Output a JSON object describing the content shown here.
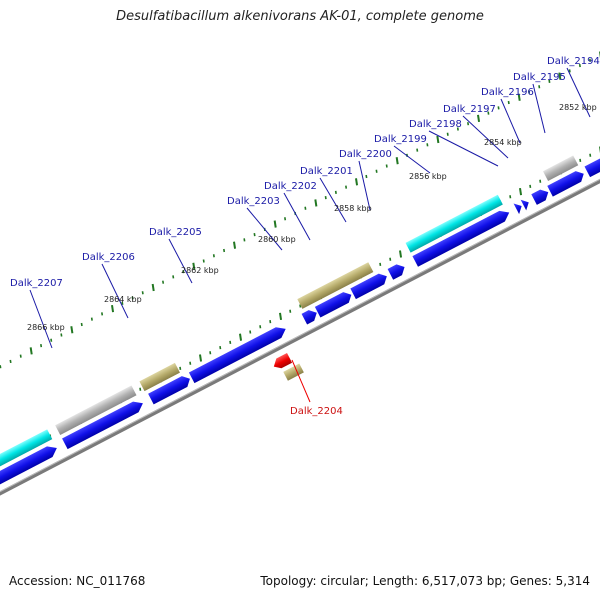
{
  "title": "Desulfatibacillum alkenivorans AK-01, complete genome",
  "accession": "Accession: NC_011768",
  "summary": "Topology: circular; Length: 6,517,073 bp; Genes: 5,314",
  "colors": {
    "cds": "#1010e8",
    "trna": "#00e5e5",
    "rna": "#b5aa6a",
    "misc": "#aaaaaa",
    "highlight": "#ee0000",
    "backbone": "#777777",
    "ticks": "#227722"
  },
  "gene_labels": [
    {
      "name": "Dalk_2194",
      "highlight": false
    },
    {
      "name": "Dalk_2195",
      "highlight": false
    },
    {
      "name": "Dalk_2196",
      "highlight": false
    },
    {
      "name": "Dalk_2197",
      "highlight": false
    },
    {
      "name": "Dalk_2198",
      "highlight": false
    },
    {
      "name": "Dalk_2199",
      "highlight": false
    },
    {
      "name": "Dalk_2200",
      "highlight": false
    },
    {
      "name": "Dalk_2201",
      "highlight": false
    },
    {
      "name": "Dalk_2202",
      "highlight": false
    },
    {
      "name": "Dalk_2203",
      "highlight": false
    },
    {
      "name": "Dalk_2205",
      "highlight": false
    },
    {
      "name": "Dalk_2206",
      "highlight": false
    },
    {
      "name": "Dalk_2207",
      "highlight": false
    },
    {
      "name": "Dalk_2204",
      "highlight": true
    }
  ],
  "kbp_labels": [
    "2852 kbp",
    "2854 kbp",
    "2856 kbp",
    "2858 kbp",
    "2860 kbp",
    "2862 kbp",
    "2864 kbp",
    "2866 kbp"
  ]
}
